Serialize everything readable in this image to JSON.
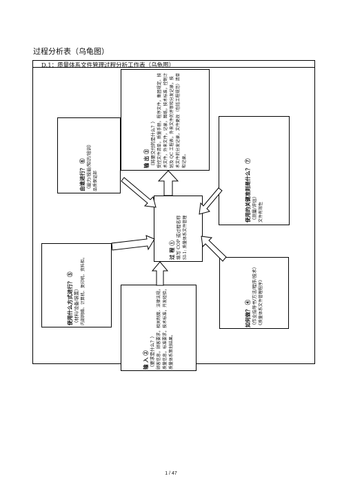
{
  "page_title": "过程分析表（乌龟图）",
  "form": {
    "title": "D.1：质量体系文件管理过程分析工作表（乌龟图）",
    "boxes": {
      "output": {
        "heading": "输  出 ③",
        "sub": "（将要交付的是什么？）",
        "body": "受控文件清单，质量手册，程序文件，集团规定、技术文件，外来文件，记录，图纸，技术标准，控制计划及 QC 工程表，外来文件的评审和分发记录，技术文件的分发记录，文件更改（包括工程规范）清单和记录。"
      },
      "who": {
        "heading": "由谁进行？ ⑥",
        "sub": "（能力/技能/知识/培训）",
        "body": "品质保证部"
      },
      "measure": {
        "heading": "使用的关键准则是什么？ ⑦",
        "sub": "（测量/评估）",
        "body": "文件有效性"
      },
      "process": {
        "heading": "过  程 ①",
        "sub": "填写 COP 或过程名称",
        "body": "SI-1: 质量体系文件管理"
      },
      "resources": {
        "heading": "使用什么方式进行？ ⑤",
        "sub": "（材料/设备/装置）",
        "body": "内部网络、计算机、复印机、资料柜。"
      },
      "how": {
        "heading": "如何做？ ④",
        "sub": "（作业指导书/方法/程序/技术）",
        "body": "《质量体系文件管理程序》"
      },
      "input": {
        "heading": "输  入 ②",
        "sub": "（要求是什么？）",
        "body": "顾客信息，顾客要求，相关制度、法律法规，质量信息，标准要求，技术标准，开发经验，质量体系策划结果。"
      }
    }
  },
  "footer": "1 / 47"
}
